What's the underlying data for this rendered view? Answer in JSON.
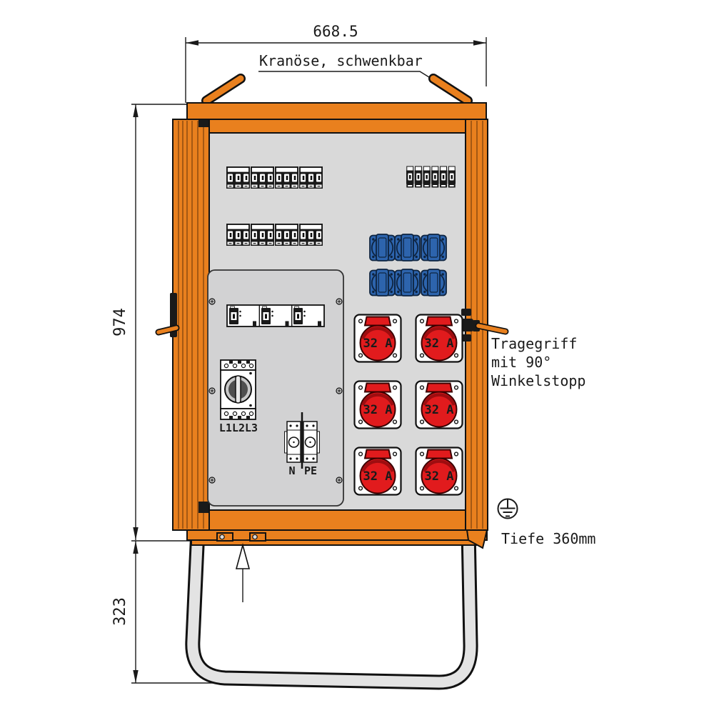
{
  "drawing": {
    "dim_width": "668.5",
    "dim_height": "974",
    "dim_stand": "323",
    "note_crane": "Kranöse, schwenkbar",
    "note_handle": [
      "Tragegriff",
      "mit 90°",
      "Winkelstopp"
    ],
    "note_depth": "Tiefe 360mm",
    "main_switch_label": "L1L2L3",
    "terminal_n_label": "N",
    "terminal_pe_label": "PE",
    "cee_label": "32 A",
    "components": {
      "three_pole_breaker_groups": 8,
      "single_pole_breakers": 6,
      "schuko_sockets_blue": 6,
      "cee_sockets_red_32a": 6,
      "main_switch": 1,
      "n_pe_terminals": 2,
      "earth_symbol": 1
    },
    "colors": {
      "cabinet_orange": "#E9801E",
      "panel_gray": "#D9D9D9",
      "subpanel_gray": "#D2D2D3",
      "socket_blue": "#2D64AD",
      "socket_red": "#E11B1D",
      "stand_gray": "#E3E3E3",
      "line_black": "#1A1A1A"
    }
  }
}
